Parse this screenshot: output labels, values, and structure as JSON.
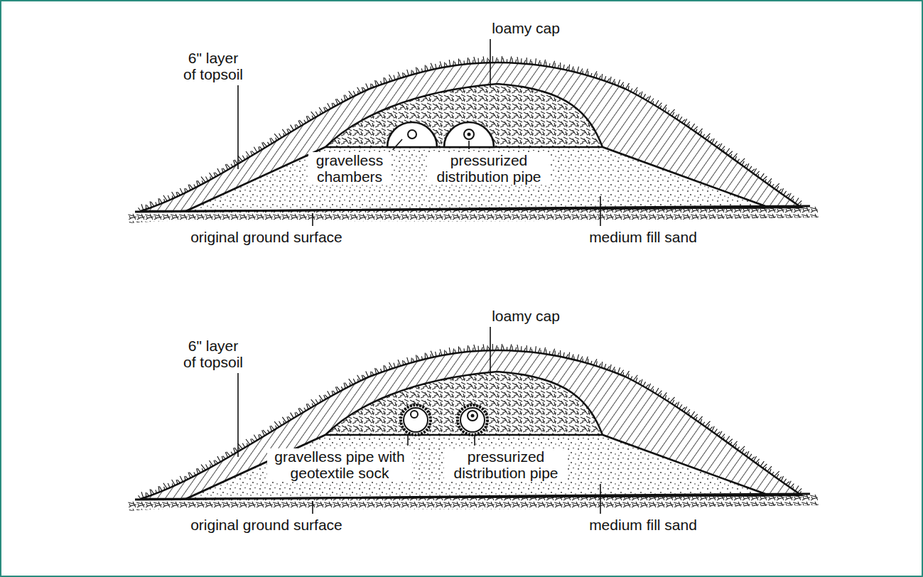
{
  "diagram": {
    "labels": [
      "loamy cap",
      "6\" layer of topsoil",
      "gravelless chambers",
      "pressurized distribution pipe",
      "original ground surface",
      "medium fill sand",
      "loamy cap",
      "6\" layer of topsoil",
      "gravelless pipe with geotextile sock",
      "pressurized distribution pipe",
      "original ground surface",
      "medium fill sand"
    ]
  }
}
